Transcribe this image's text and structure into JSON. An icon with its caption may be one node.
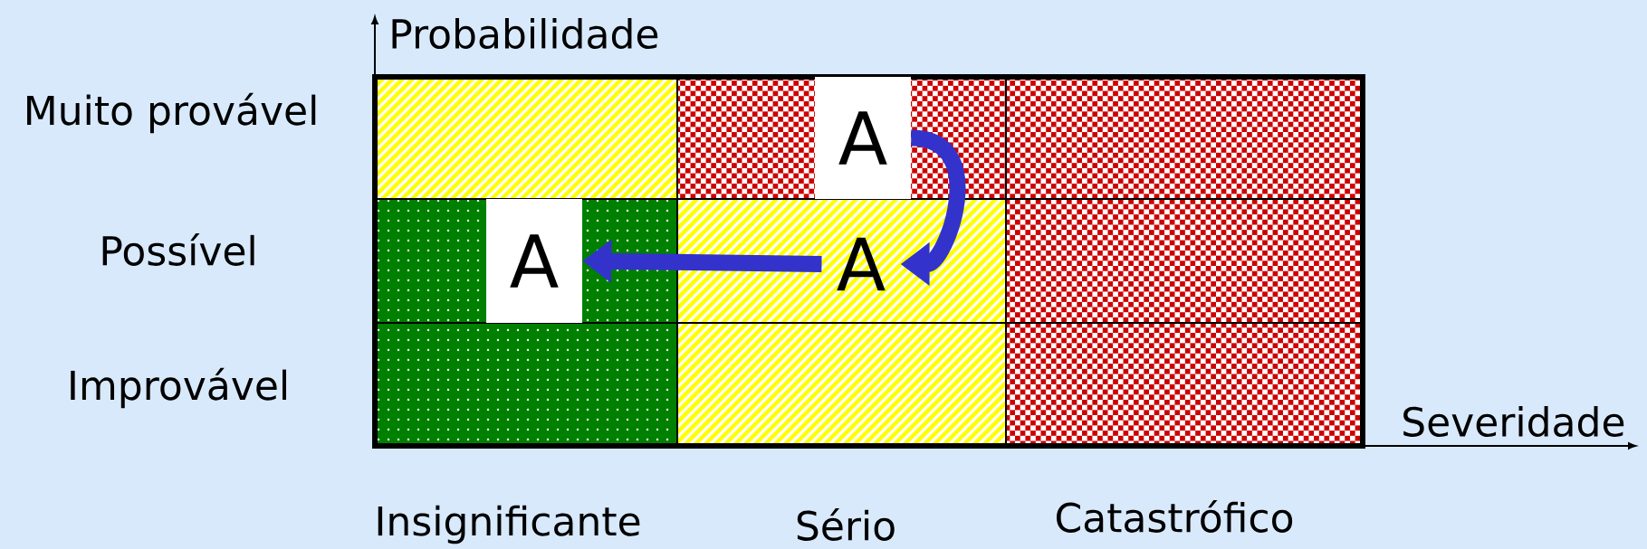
{
  "diagram": {
    "nodes": [
      {
        "text": [
          "A"
        ]
      },
      {
        "text": [
          "A"
        ]
      },
      {
        "text": [
          "A"
        ]
      }
    ],
    "edges": [
      {
        "from": 0,
        "to": 1,
        "arrow": "to"
      },
      {
        "from": 1,
        "to": 2,
        "arrow": "to"
      }
    ],
    "labels": [
      "Probabilidade",
      "Muito provável",
      "Possível",
      "Improvável",
      "Severidade",
      "Insignificante",
      "Sério",
      "Catastrófico"
    ]
  }
}
